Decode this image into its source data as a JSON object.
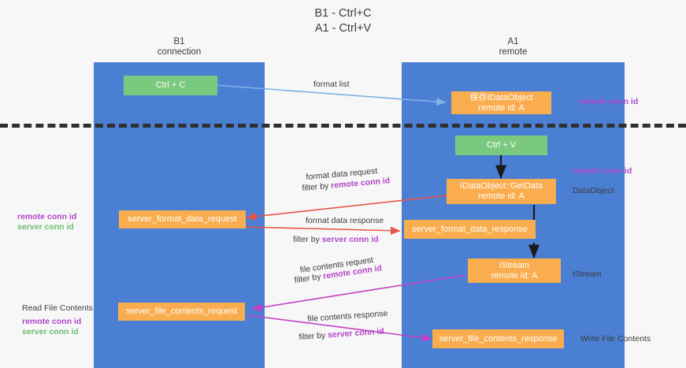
{
  "title": "B1 - Ctrl+C\nA1 - Ctrl+V",
  "lanes": [
    {
      "id": "b1",
      "title": "B1\nconnection",
      "color": "#4a7fd4"
    },
    {
      "id": "a1",
      "title": "A1\nremote",
      "color": "#4a7fd4"
    }
  ],
  "colors": {
    "lane": "#4a7fd4",
    "green_node": "#7bc97f",
    "orange_node": "#f9ad4e",
    "highlight_purple": "#b145c9",
    "highlight_green": "#6cbf6f",
    "arrow_blue": "#7fb2e5",
    "arrow_red": "#e8544a",
    "arrow_black": "#1a1a1a",
    "arrow_magenta": "#c23fc2",
    "divider": "#2f2f2f",
    "background": "#f7f7f7"
  },
  "nodes": {
    "ctrl_c": "Ctrl + C",
    "save_idataobject": "保存IDataObject\nremote id: A",
    "ctrl_v": "Ctrl + V",
    "getdata": "IDataObject::GetData\nremote id: A",
    "server_format_data_request": "server_format_data_request",
    "server_format_data_response": "server_format_data_response",
    "istream": "IStream\nremote id: A",
    "server_file_contents_request": "server_file_contents_request",
    "server_file_contents_response": "server_file_contents_response"
  },
  "edges": {
    "format_list": "format list",
    "format_data_request": "format data request",
    "format_data_request_filter_prefix": "filter by ",
    "format_data_request_filter_key": "remote conn id",
    "format_data_response": "format data response",
    "format_data_response_filter_prefix": "filter by ",
    "format_data_response_filter_key": "server conn id",
    "file_contents_request": "file contents request",
    "file_contents_request_filter_prefix": "filter by ",
    "file_contents_request_filter_key": "remote conn id",
    "file_contents_response": "file contents response",
    "file_contents_response_filter_prefix": "filter by ",
    "file_contents_response_filter_key": "server conn id"
  },
  "annotations": {
    "right_remote_conn_id_top": "remote conn id",
    "right_remote_conn_id_mid": "remote conn id",
    "right_dataobject": "DataObject",
    "right_istream": "IStream",
    "right_write_file_contents": "Write File Contents",
    "left_remote_conn_id_mid": "remote conn id",
    "left_server_conn_id_mid": "server conn id",
    "left_read_file_contents": "Read File Contents",
    "left_remote_conn_id_bottom": "remote conn id",
    "left_server_conn_id_bottom": "server conn id"
  }
}
